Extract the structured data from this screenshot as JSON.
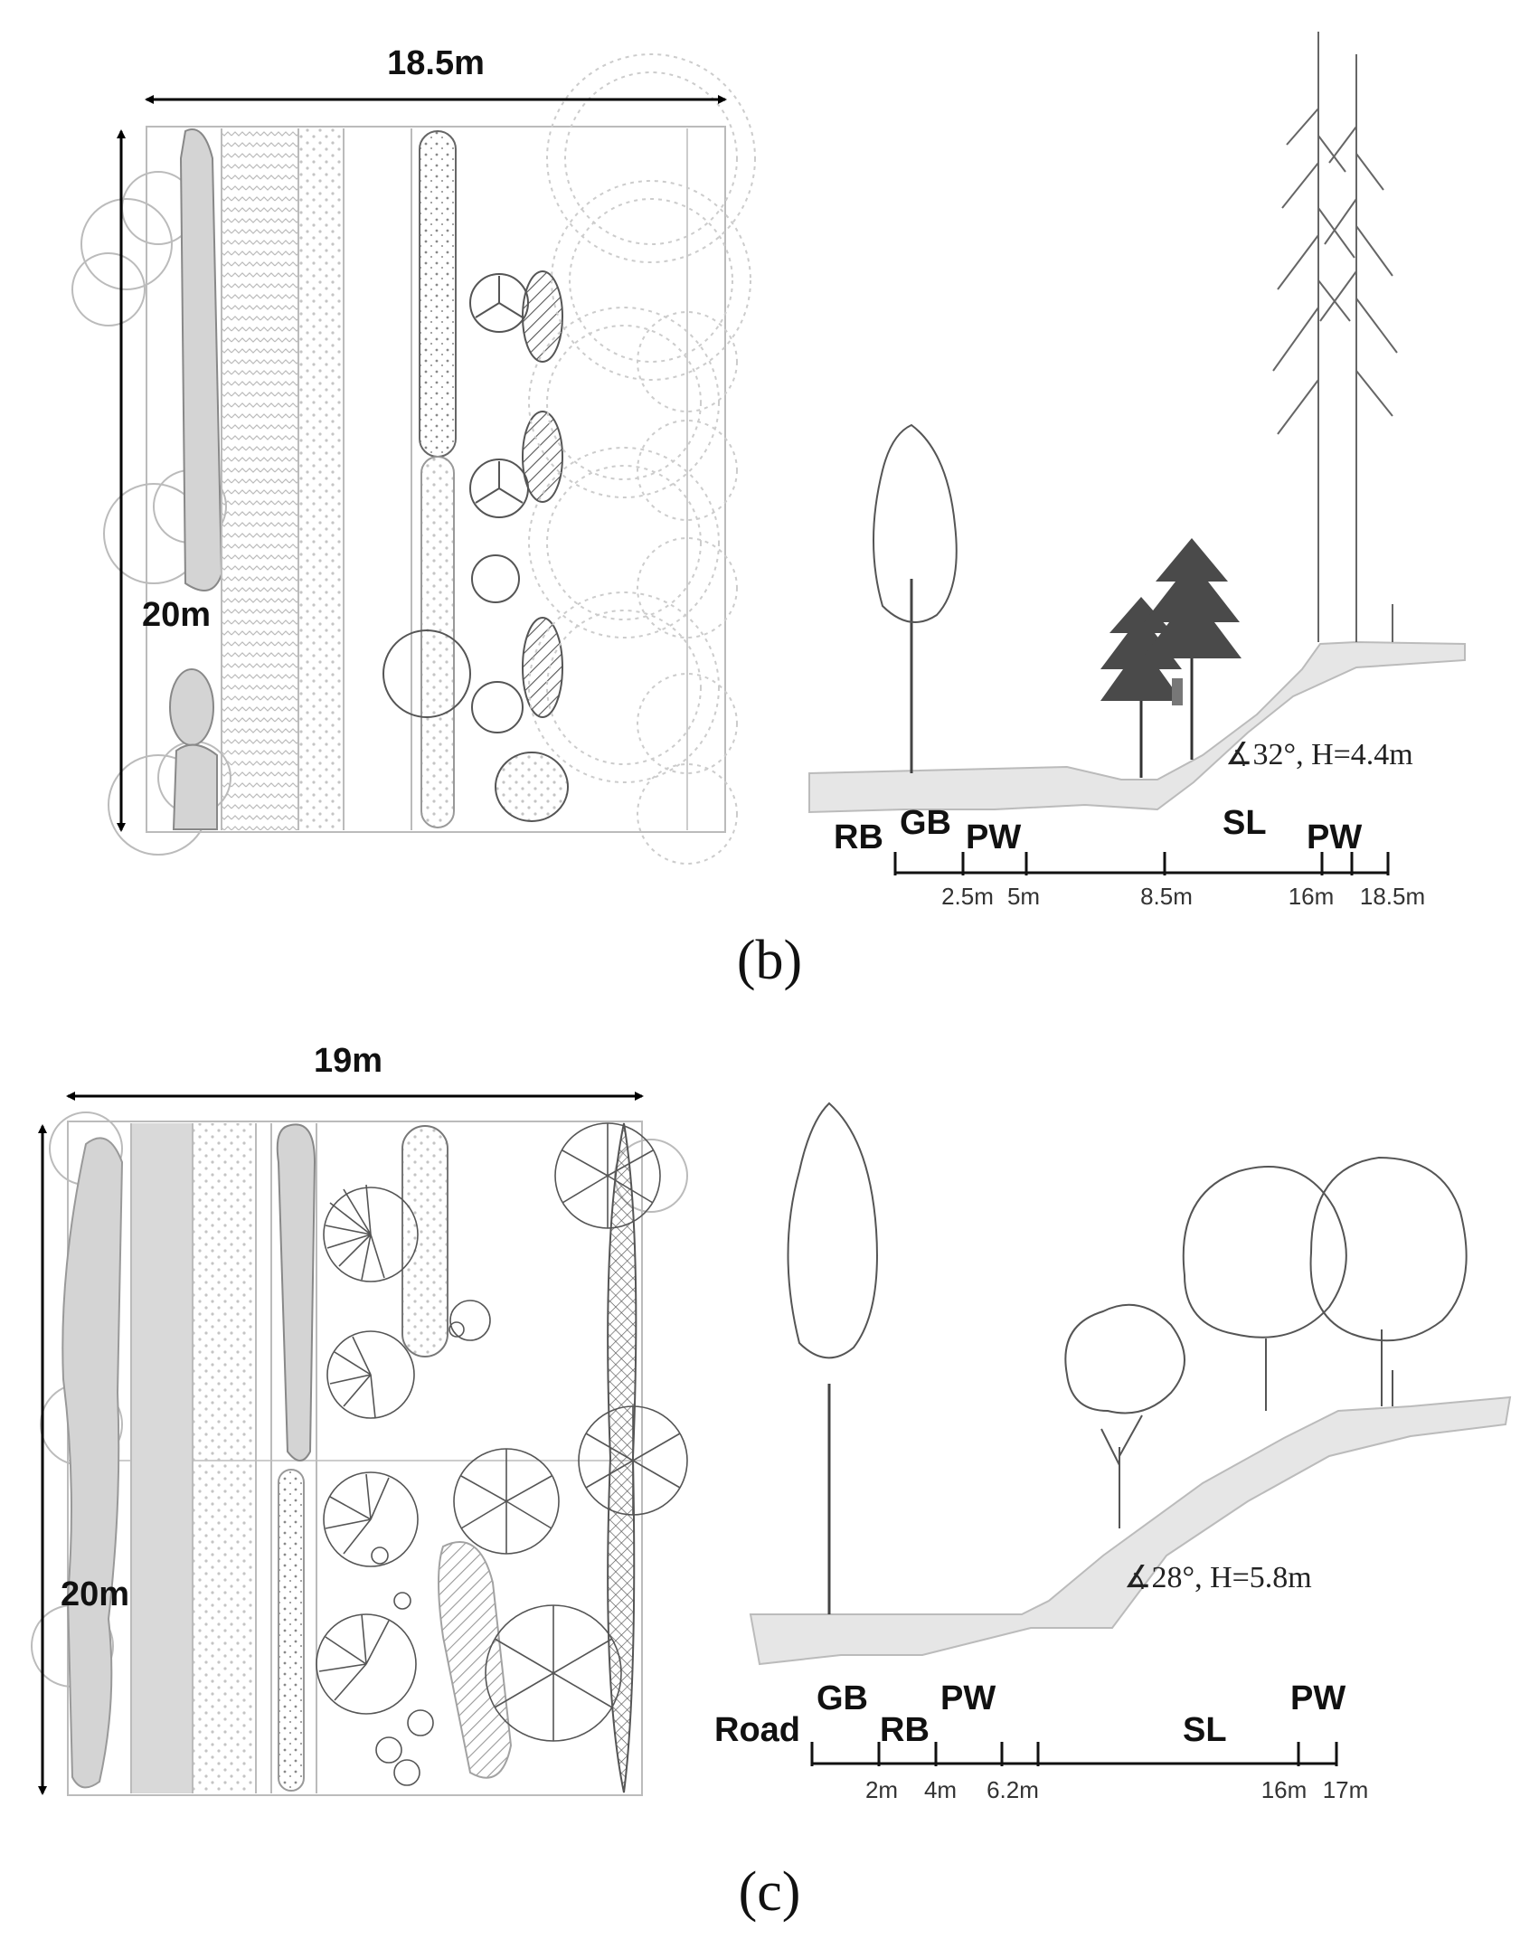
{
  "panel_b": {
    "plan": {
      "width_label": "18.5m",
      "height_label": "20m"
    },
    "section": {
      "zones": [
        "RB",
        "GB",
        "PW",
        "SL",
        "PW"
      ],
      "ticks": [
        "2.5m",
        "5m",
        "8.5m",
        "16m",
        "18.5m"
      ],
      "slope_label": "∡32°, H=4.4m"
    },
    "caption": "(b)"
  },
  "panel_c": {
    "plan": {
      "width_label": "19m",
      "height_label": "20m"
    },
    "section": {
      "zones": [
        "Road",
        "GB",
        "RB",
        "PW",
        "SL",
        "PW"
      ],
      "ticks": [
        "2m",
        "4m",
        "6.2m",
        "16m",
        "17m"
      ],
      "slope_label": "∡28°, H=5.8m"
    },
    "caption": "(c)"
  }
}
